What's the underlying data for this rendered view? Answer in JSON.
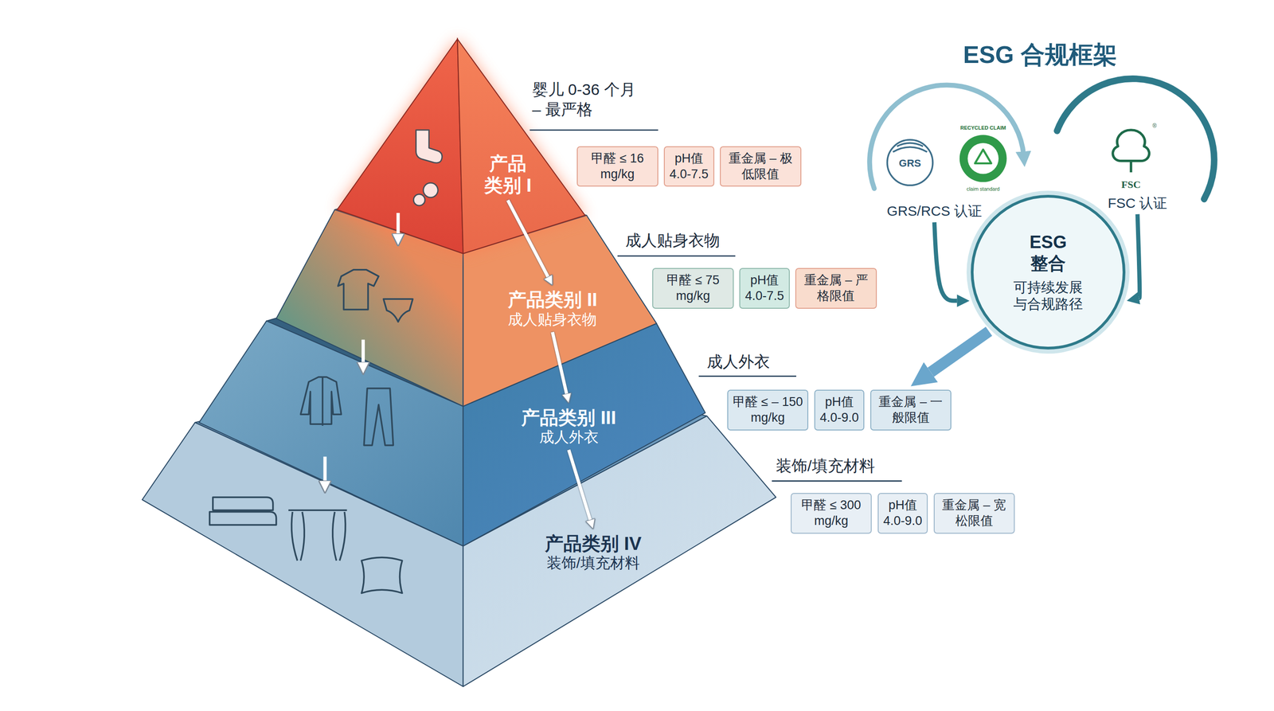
{
  "diagram": {
    "title": "ESG 合规框架",
    "nodes": [
      {
        "text": [
          "产品类别 I"
        ]
      },
      {
        "text": [
          "甲醛 ≤ 16 mg/kg"
        ]
      },
      {
        "text": [
          "pH值 4.0-7.5"
        ]
      },
      {
        "text": [
          "重金属 – 极低限值"
        ]
      },
      {
        "text": [
          "产品类别 II",
          "成人贴身衣物"
        ]
      },
      {
        "text": [
          "甲醛 ≤ 75 mg/kg"
        ]
      },
      {
        "text": [
          "pH值 4.0-7.5"
        ]
      },
      {
        "text": [
          "重金属 – 严格限值"
        ]
      },
      {
        "text": [
          "产品类别 III",
          "成人外衣"
        ]
      },
      {
        "text": [
          "甲醛 ≤ – 150 mg/kg"
        ]
      },
      {
        "text": [
          "pH值 4.0-9.0"
        ]
      },
      {
        "text": [
          "重金属 – 一般限值"
        ]
      },
      {
        "text": [
          "产品类别 IV",
          "装饰/填充材料"
        ]
      },
      {
        "text": [
          "甲醛 ≤ 300 mg/kg"
        ]
      },
      {
        "text": [
          "pH值 4.0-9.0"
        ]
      },
      {
        "text": [
          "重金属 – 宽松限值"
        ]
      },
      {
        "text": [
          "GRS/RCS 认证"
        ]
      },
      {
        "text": [
          "FSC 认证"
        ]
      },
      {
        "text": [
          "ESG 整合",
          "可持续发展 与合规路径"
        ]
      }
    ],
    "edges": [
      {
        "from": 0,
        "to": 4,
        "arrow": "to"
      },
      {
        "from": 4,
        "to": 8,
        "arrow": "to"
      },
      {
        "from": 8,
        "to": 12,
        "arrow": "to"
      },
      {
        "from": 16,
        "to": 18,
        "arrow": "to"
      },
      {
        "from": 17,
        "to": 18,
        "arrow": "to"
      },
      {
        "from": 18,
        "to": 11,
        "arrow": "to"
      }
    ],
    "labels": [
      "婴儿 0-36 个月 – 最严格",
      "成人贴身衣物",
      "成人外衣",
      "装饰/填充材料",
      "GRS",
      "RECYCLED CLAIM",
      "claim standard",
      "FSC",
      "®"
    ]
  }
}
